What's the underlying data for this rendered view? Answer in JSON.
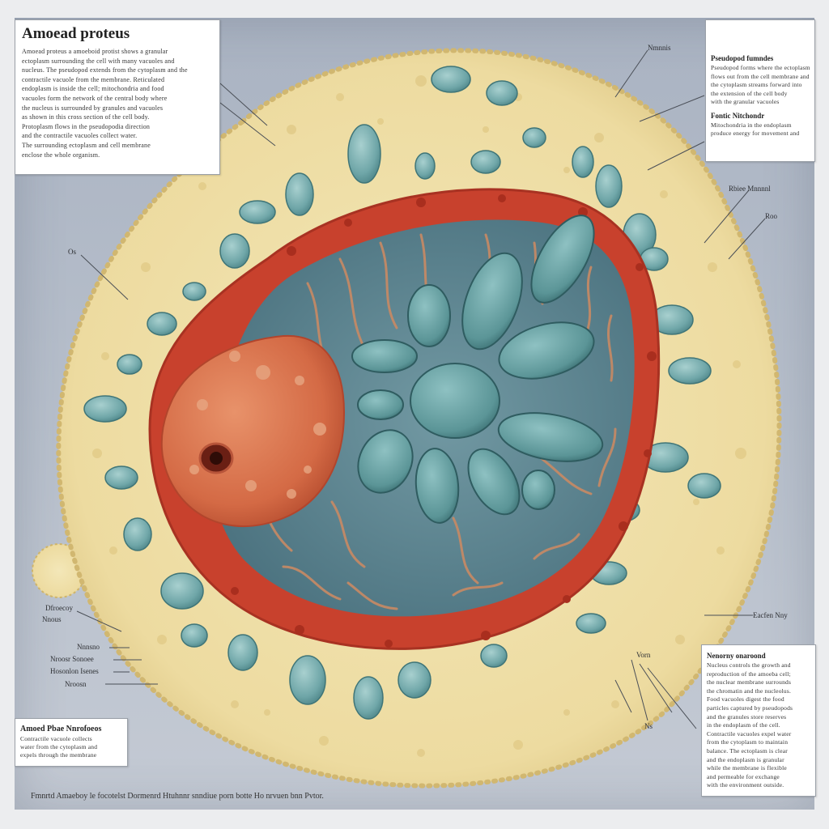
{
  "title_box": {
    "title": "Amoead proteus",
    "body": "Amoead proteus a amoeboid protist shows a granular\nectoplasm surrounding the cell with many vacuoles and\nnucleus. The pseudopod extends from the cytoplasm and the\ncontractile vacuole from the membrane. Reticulated\nendoplasm is inside the cell; mitochondria and food\nvacuoles form the network of the central body where\nthe nucleus is surrounded by granules and vacuoles\nas shown in this cross section of the cell body.\nProtoplasm flows in the pseudopodia direction\nand the contractile vacuoles collect water.\nThe surrounding ectoplasm and cell membrane\nenclose the whole organism."
  },
  "top_right_box": {
    "title": "Pseudopod fumndes",
    "body": "Pseudopod forms where the ectoplasm\nflows out from the cell membrane and\nthe cytoplasm streams forward into\nthe extension of the cell body\nwith the granular vacuoles"
  },
  "top_right_box2": {
    "title": "Fontic Nitchondr",
    "body": "Mitochondria in the endoplasm\nproduce energy for movement and"
  },
  "bottom_left_box": {
    "title": "Amoed Pbae Nnrofoeos",
    "body": "Contractile vacuole collects\nwater from the cytoplasm and\nexpels through the membrane"
  },
  "bottom_right_box": {
    "title": "Nenorny onaroond",
    "body": "Nucleus controls the growth and\nreproduction of the amoeba cell;\nthe nuclear membrane surrounds\nthe chromatin and the nucleolus.\nFood vacuoles digest the food\nparticles captured by pseudopods\nand the granules store reserves\nin the endoplasm of the cell.\nContractile vacuoles expel water\nfrom the cytoplasm to maintain\nbalance. The ectoplasm is clear\nand the endoplasm is granular\nwhile the membrane is flexible\nand permeable for exchange\nwith the environment outside."
  },
  "labels": {
    "top_mid": "Nmnnis",
    "right1": "Rbiee Mnnnnl",
    "right2": "Roo",
    "left1": "Os",
    "left_small1": "Dfroecoy",
    "left_small2": "Nnous",
    "left_stack1": "Nnnsno",
    "left_stack2": "Nroosr Sonoee",
    "left_stack3": "Hosonlon Isenes",
    "left_stack4": "Nroosn",
    "right3": "Eacfen Nny",
    "right4": "Vorn",
    "bottom_small": "Ns"
  },
  "caption": "Fmnrtd Amaeboy le focotelst Dormenrd Htuhnnr snndiue porn botte Ho nrvuen bnn Pvtor.",
  "colors": {
    "background": "#aab3c2",
    "ectoplasm": "#efe0a8",
    "vacuole": "#7fb3b3",
    "membrane_red": "#c8412d",
    "endoplasm": "#5f8a94",
    "nucleus_orange": "#d9764f"
  }
}
